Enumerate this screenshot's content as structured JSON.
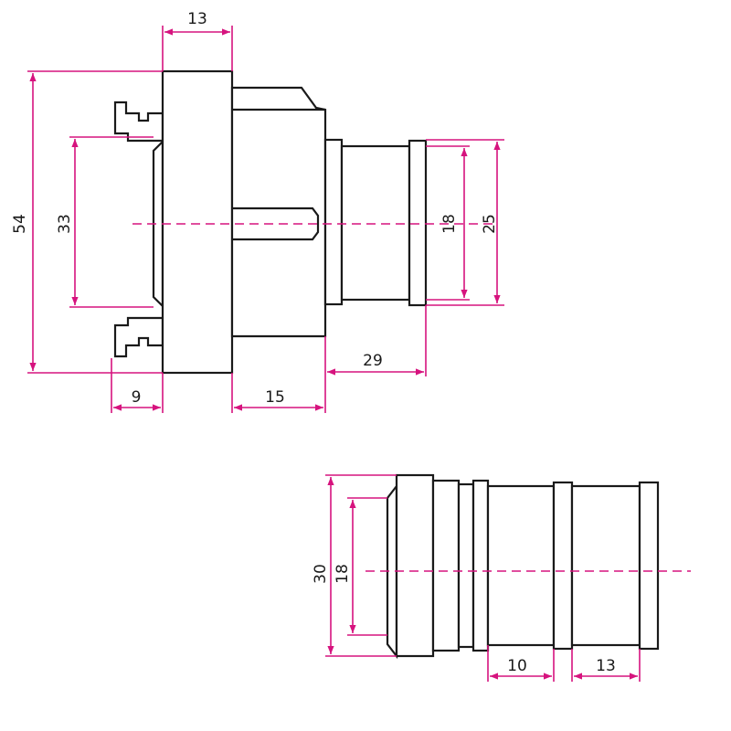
{
  "colors": {
    "dimension": "#d6137e",
    "outline": "#1a1a1a",
    "background": "#ffffff"
  },
  "side_view": {
    "dimensions": {
      "top_width": "13",
      "overall_height": "54",
      "bore": "33",
      "tail_inner": "18",
      "tail_outer": "25",
      "lug_depth": "9",
      "body_length": "15",
      "tail_length": "29"
    }
  },
  "tail_view": {
    "dimensions": {
      "outer": "30",
      "inner": "18",
      "segment_a": "10",
      "segment_b": "13"
    }
  }
}
